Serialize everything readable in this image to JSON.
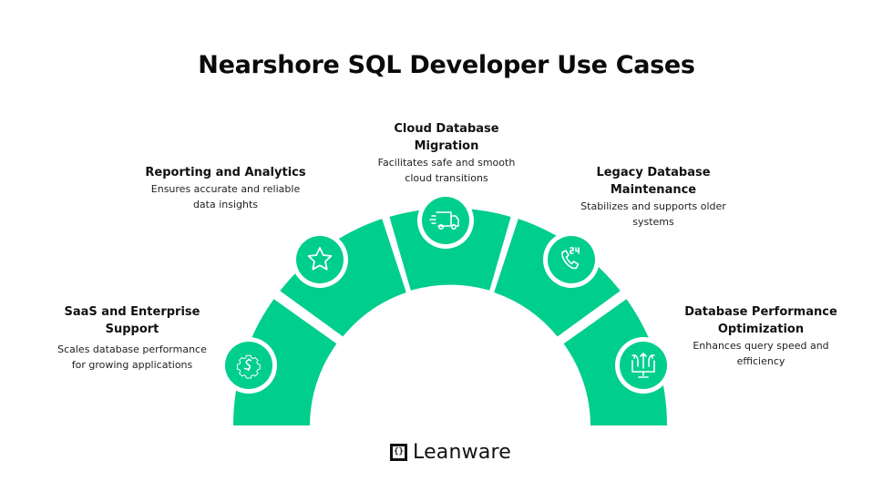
{
  "title": "Nearshore SQL Developer Use Cases",
  "colors": {
    "accent": "#00CE8C",
    "text": "#111111",
    "background": "#FFFFFF"
  },
  "use_cases": [
    {
      "heading_1": "SaaS and Enterprise",
      "heading_2": "Support",
      "desc_1": "Scales database performance",
      "desc_2": "for growing applications",
      "icon": "gear-dollar-icon"
    },
    {
      "heading_1": "Reporting and Analytics",
      "heading_2": "",
      "desc_1": "Ensures accurate and reliable",
      "desc_2": "data insights",
      "icon": "star-icon"
    },
    {
      "heading_1": "Cloud Database",
      "heading_2": "Migration",
      "desc_1": "Facilitates safe and smooth",
      "desc_2": "cloud transitions",
      "icon": "delivery-truck-icon"
    },
    {
      "heading_1": "Legacy Database",
      "heading_2": "Maintenance",
      "desc_1": "Stabilizes and supports older",
      "desc_2": "systems",
      "icon": "phone-24-icon"
    },
    {
      "heading_1": "Database Performance",
      "heading_2": "Optimization",
      "desc_1": "Enhances query speed and",
      "desc_2": "efficiency",
      "icon": "monitor-arrows-icon"
    }
  ],
  "logo": {
    "mark": "{}",
    "name": "Leanware"
  }
}
